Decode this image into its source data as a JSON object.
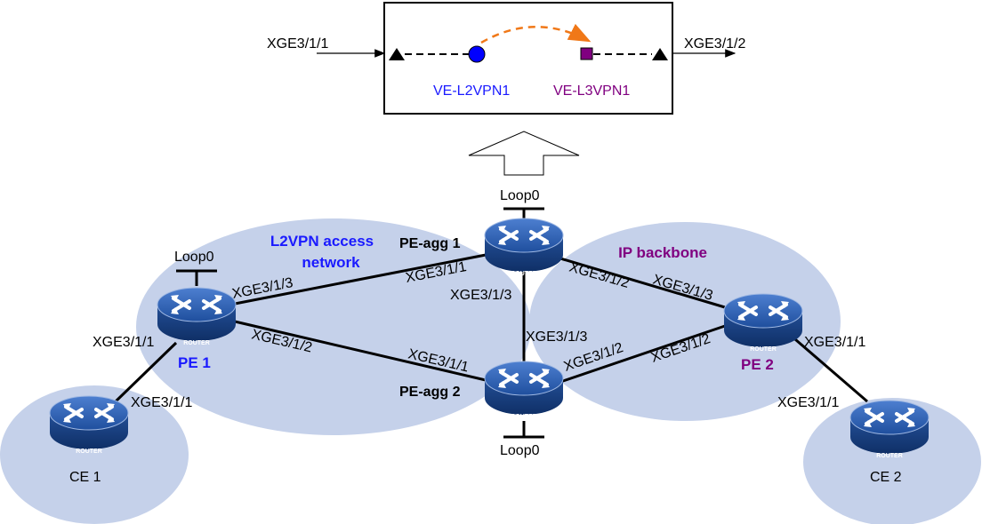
{
  "detail_box": {
    "in_port": "XGE3/1/1",
    "out_port": "XGE3/1/2",
    "ve_l2vpn": "VE-L2VPN1",
    "ve_l3vpn": "VE-L3VPN1"
  },
  "regions": {
    "l2vpn_line1": "L2VPN access",
    "l2vpn_line2": "network",
    "ip_backbone": "IP backbone"
  },
  "devices": {
    "pe1": "PE 1",
    "pe2": "PE 2",
    "pe_agg1": "PE-agg 1",
    "pe_agg2": "PE-agg 2",
    "ce1": "CE 1",
    "ce2": "CE 2",
    "router_caption": "ROUTER"
  },
  "loopbacks": {
    "pe1": "Loop0",
    "pe_agg1": "Loop0",
    "pe_agg2": "Loop0"
  },
  "ports": {
    "pe1_to_agg1": "XGE3/1/3",
    "agg1_to_pe1": "XGE3/1/1",
    "agg1_down": "XGE3/1/3",
    "agg1_to_pe2": "XGE3/1/2",
    "pe2_to_agg1": "XGE3/1/3",
    "pe1_to_agg2": "XGE3/1/2",
    "agg2_to_pe1": "XGE3/1/1",
    "agg2_up": "XGE3/1/3",
    "agg2_to_pe2": "XGE3/1/2",
    "pe2_to_agg2": "XGE3/1/2",
    "pe1_to_ce1": "XGE3/1/1",
    "ce1_to_pe1": "XGE3/1/1",
    "pe2_to_ce2": "XGE3/1/1",
    "ce2_to_pe2": "XGE3/1/1"
  },
  "colors": {
    "region_fill": "#c5d1ea",
    "router_body": "#2e5fa8",
    "l2vpn_text": "#1a1aff",
    "l3vpn_text": "#800080",
    "orange_arrow": "#f07818"
  }
}
